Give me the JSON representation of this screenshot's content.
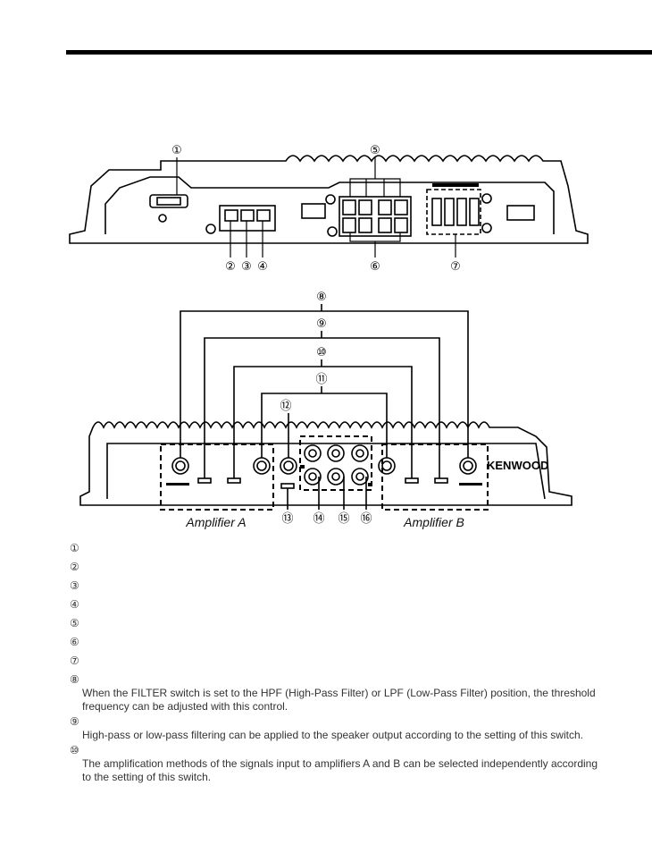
{
  "brand": "KENWOOD",
  "top_callouts": [
    "①",
    "⑤",
    "②",
    "③",
    "④",
    "⑥",
    "⑦"
  ],
  "bottom_callouts": [
    "⑧",
    "⑨",
    "⑩",
    "⑪",
    "⑫",
    "⑬",
    "⑭",
    "⑮",
    "⑯"
  ],
  "amplifier_a_label": "Amplifier A",
  "amplifier_b_label": "Amplifier B",
  "legend": [
    {
      "marker": "①"
    },
    {
      "marker": "②"
    },
    {
      "marker": "③"
    },
    {
      "marker": "④"
    },
    {
      "marker": "⑤"
    },
    {
      "marker": "⑥"
    },
    {
      "marker": "⑦"
    },
    {
      "marker": "⑧",
      "desc": "When the FILTER switch is set to the HPF (High-Pass Filter) or LPF (Low-Pass Filter) position, the threshold frequency can be adjusted with this control."
    },
    {
      "marker": "⑨",
      "desc": "High-pass or low-pass filtering can be applied to the speaker output according to the setting of this switch."
    },
    {
      "marker": "⑩",
      "desc": "The amplification methods of the signals input to amplifiers A and B can be selected independently according to the setting of this switch."
    }
  ]
}
